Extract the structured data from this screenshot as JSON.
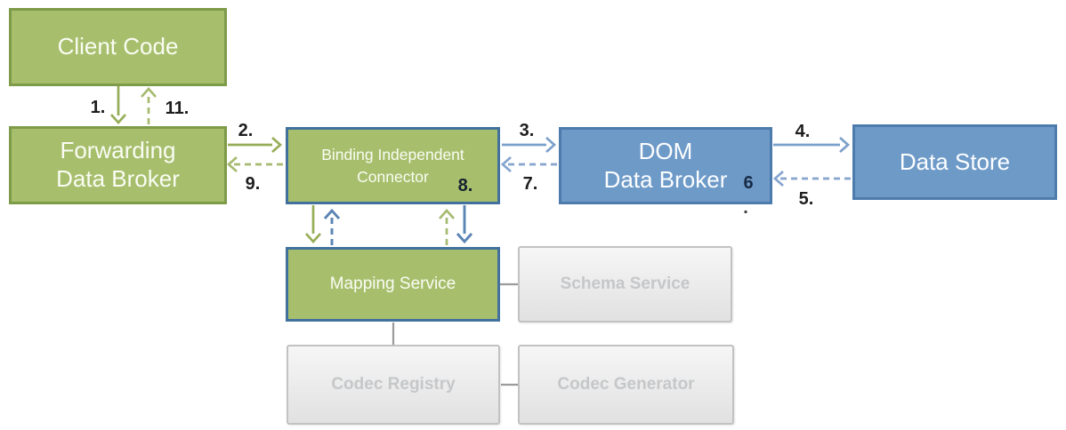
{
  "diagram": {
    "nodes": {
      "client_code": {
        "label": "Client Code"
      },
      "forwarding_data_broker": {
        "label": "Forwarding\nData Broker"
      },
      "binding_independent_connector": {
        "label": "Binding Independent\nConnector"
      },
      "dom_data_broker": {
        "label": "DOM\nData Broker"
      },
      "data_store": {
        "label": "Data Store"
      },
      "mapping_service": {
        "label": "Mapping Service"
      },
      "schema_service": {
        "label": "Schema Service"
      },
      "codec_registry": {
        "label": "Codec Registry"
      },
      "codec_generator": {
        "label": "Codec Generator"
      }
    },
    "step_labels": {
      "n1": "1.",
      "n2": "2.",
      "n3": "3.",
      "n4": "4.",
      "n5": "5.",
      "n6": "6",
      "n6_period": ".",
      "n7": "7.",
      "n8": "8.",
      "n9": "9.",
      "n11": "11."
    },
    "flows": [
      {
        "step": "1",
        "from": "client_code",
        "to": "forwarding_data_broker",
        "style": "solid",
        "color": "green"
      },
      {
        "step": "11",
        "from": "forwarding_data_broker",
        "to": "client_code",
        "style": "dashed",
        "color": "green"
      },
      {
        "step": "2",
        "from": "forwarding_data_broker",
        "to": "binding_independent_connector",
        "style": "solid",
        "color": "green"
      },
      {
        "step": "9",
        "from": "binding_independent_connector",
        "to": "forwarding_data_broker",
        "style": "dashed",
        "color": "green"
      },
      {
        "step": "3",
        "from": "binding_independent_connector",
        "to": "dom_data_broker",
        "style": "solid",
        "color": "blue"
      },
      {
        "step": "7",
        "from": "dom_data_broker",
        "to": "binding_independent_connector",
        "style": "dashed",
        "color": "blue"
      },
      {
        "step": "4",
        "from": "dom_data_broker",
        "to": "data_store",
        "style": "solid",
        "color": "blue"
      },
      {
        "step": "5",
        "from": "data_store",
        "to": "dom_data_broker",
        "style": "dashed",
        "color": "blue"
      },
      {
        "step": "6",
        "from": "dom_data_broker",
        "to": "data_store",
        "style": "label-only",
        "color": "dark"
      },
      {
        "step": "8",
        "from": "binding_independent_connector",
        "to": "mapping_service",
        "style": "solid-down-dashed-up",
        "color": "blue-green"
      },
      {
        "step": "",
        "from": "binding_independent_connector",
        "to": "mapping_service",
        "style": "solid-down-dashed-up",
        "color": "green-blue"
      },
      {
        "step": "",
        "from": "mapping_service",
        "to": "schema_service",
        "style": "plain-connector",
        "color": "gray"
      },
      {
        "step": "",
        "from": "mapping_service",
        "to": "codec_registry",
        "style": "plain-connector",
        "color": "gray"
      },
      {
        "step": "",
        "from": "codec_registry",
        "to": "codec_generator",
        "style": "plain-connector",
        "color": "gray"
      }
    ],
    "colors": {
      "green_fill": "#a7bf6d",
      "green_border": "#7e9b49",
      "blue_fill": "#6e9ac8",
      "blue_border": "#4d7bab",
      "steel_border": "#41719c",
      "gray_fill_top": "#f6f6f6",
      "gray_fill_bottom": "#e1e1e2",
      "gray_border": "#c2c2c2",
      "gray_text": "#c5c7c9",
      "arrow_green_solid": "#96ad57",
      "arrow_green_dashed": "#a6ba70",
      "arrow_blue_solid": "#7ba0cb",
      "arrow_blue_dashed": "#85a4ce",
      "arrow_blue_vertical": "#5a84b4",
      "connector_gray": "#9b9b9b",
      "box_text": "#ffffff",
      "step_label": "#1e1e1e"
    }
  }
}
